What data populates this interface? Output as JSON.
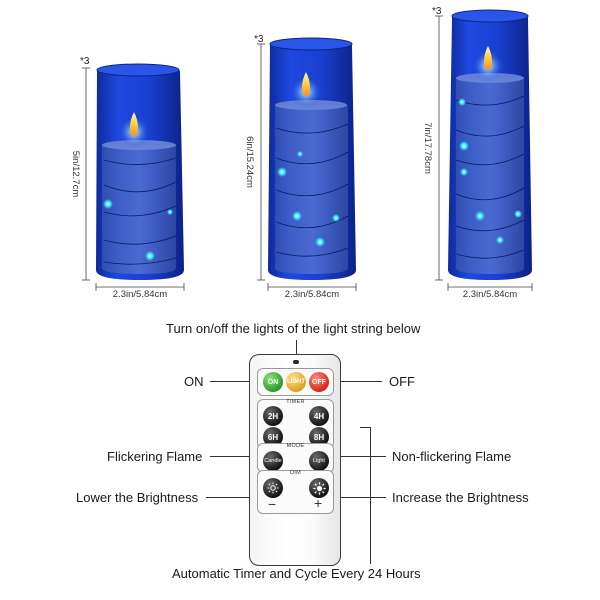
{
  "candles": [
    {
      "quantity": "*3",
      "height_label": "5in/12.7cm",
      "width_label": "2.3in/5.84cm"
    },
    {
      "quantity": "*3",
      "height_label": "6in/15.24cm",
      "width_label": "2.3in/5.84cm"
    },
    {
      "quantity": "*3",
      "height_label": "7in/17.78cm",
      "width_label": "2.3in/5.84cm"
    }
  ],
  "colors": {
    "glass": "#1a3fd0",
    "glass_dark": "#0e2a9e",
    "candle_body": "#4f6fc8",
    "fairy_light": "#35e6ff",
    "flame": "#ffd24a"
  },
  "captions": {
    "top": "Turn on/off the lights of the light string below",
    "on": "ON",
    "off": "OFF",
    "flicker": "Flickering Flame",
    "nonflicker": "Non-flickering Flame",
    "lower": "Lower the Brightness",
    "increase": "Increase the Brightness",
    "bottom": "Automatic Timer and Cycle Every 24 Hours"
  },
  "remote": {
    "on_label": "ON",
    "light_label": "LIGHT",
    "off_label": "OFF",
    "timer_label": "TIMER",
    "timer_buttons": [
      "2H",
      "4H",
      "6H",
      "8H"
    ],
    "mode_label": "MODE",
    "candle_label": "Candle",
    "light_mode_label": "Light",
    "dim_label": "DIM",
    "minus": "−",
    "plus": "+"
  }
}
